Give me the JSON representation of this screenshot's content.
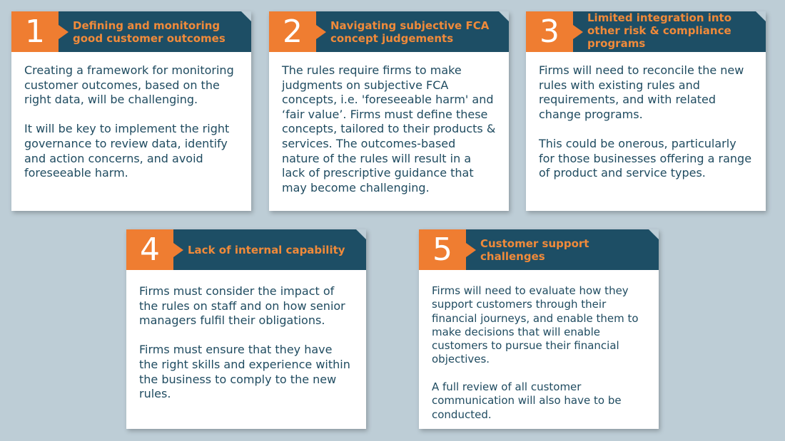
{
  "cards": [
    {
      "number": "1",
      "title": "Defining and monitoring good customer outcomes",
      "paragraphs": [
        "Creating a framework for monitoring customer outcomes, based on the right data, will be challenging.",
        "It will be key to implement the right governance to review data, identify and action concerns, and avoid foreseeable harm."
      ]
    },
    {
      "number": "2",
      "title": "Navigating subjective FCA concept judgements",
      "paragraphs": [
        "The rules require firms to make judgments on subjective FCA concepts, i.e. 'foreseeable harm' and ‘fair value’. Firms must define these concepts, tailored to their products & services. The outcomes-based nature of the rules will result in a lack of prescriptive guidance that may become challenging."
      ]
    },
    {
      "number": "3",
      "title": "Limited integration into other risk & compliance programs",
      "paragraphs": [
        "Firms will need to reconcile the new rules with existing rules and requirements, and with related change programs.",
        "This could be onerous, particularly for those businesses offering a range of product and service types."
      ]
    },
    {
      "number": "4",
      "title": "Lack of internal capability",
      "paragraphs": [
        "Firms must consider the impact of the rules on staff and on how senior managers fulfil their obligations.",
        "Firms must ensure that they have the right skills and experience within the business to comply to the new rules."
      ]
    },
    {
      "number": "5",
      "title": "Customer support challenges",
      "paragraphs": [
        "Firms will need to evaluate how they support customers through their financial journeys, and enable them to make decisions that will enable customers to pursue their financial objectives.",
        "A full review of all customer communication will also have to be conducted."
      ]
    }
  ],
  "colors": {
    "background": "#bdcdd6",
    "header_navy": "#1d4e65",
    "accent_orange": "#ef7d31",
    "title_orange": "#f08a3a",
    "body_text": "#1f4b60"
  }
}
